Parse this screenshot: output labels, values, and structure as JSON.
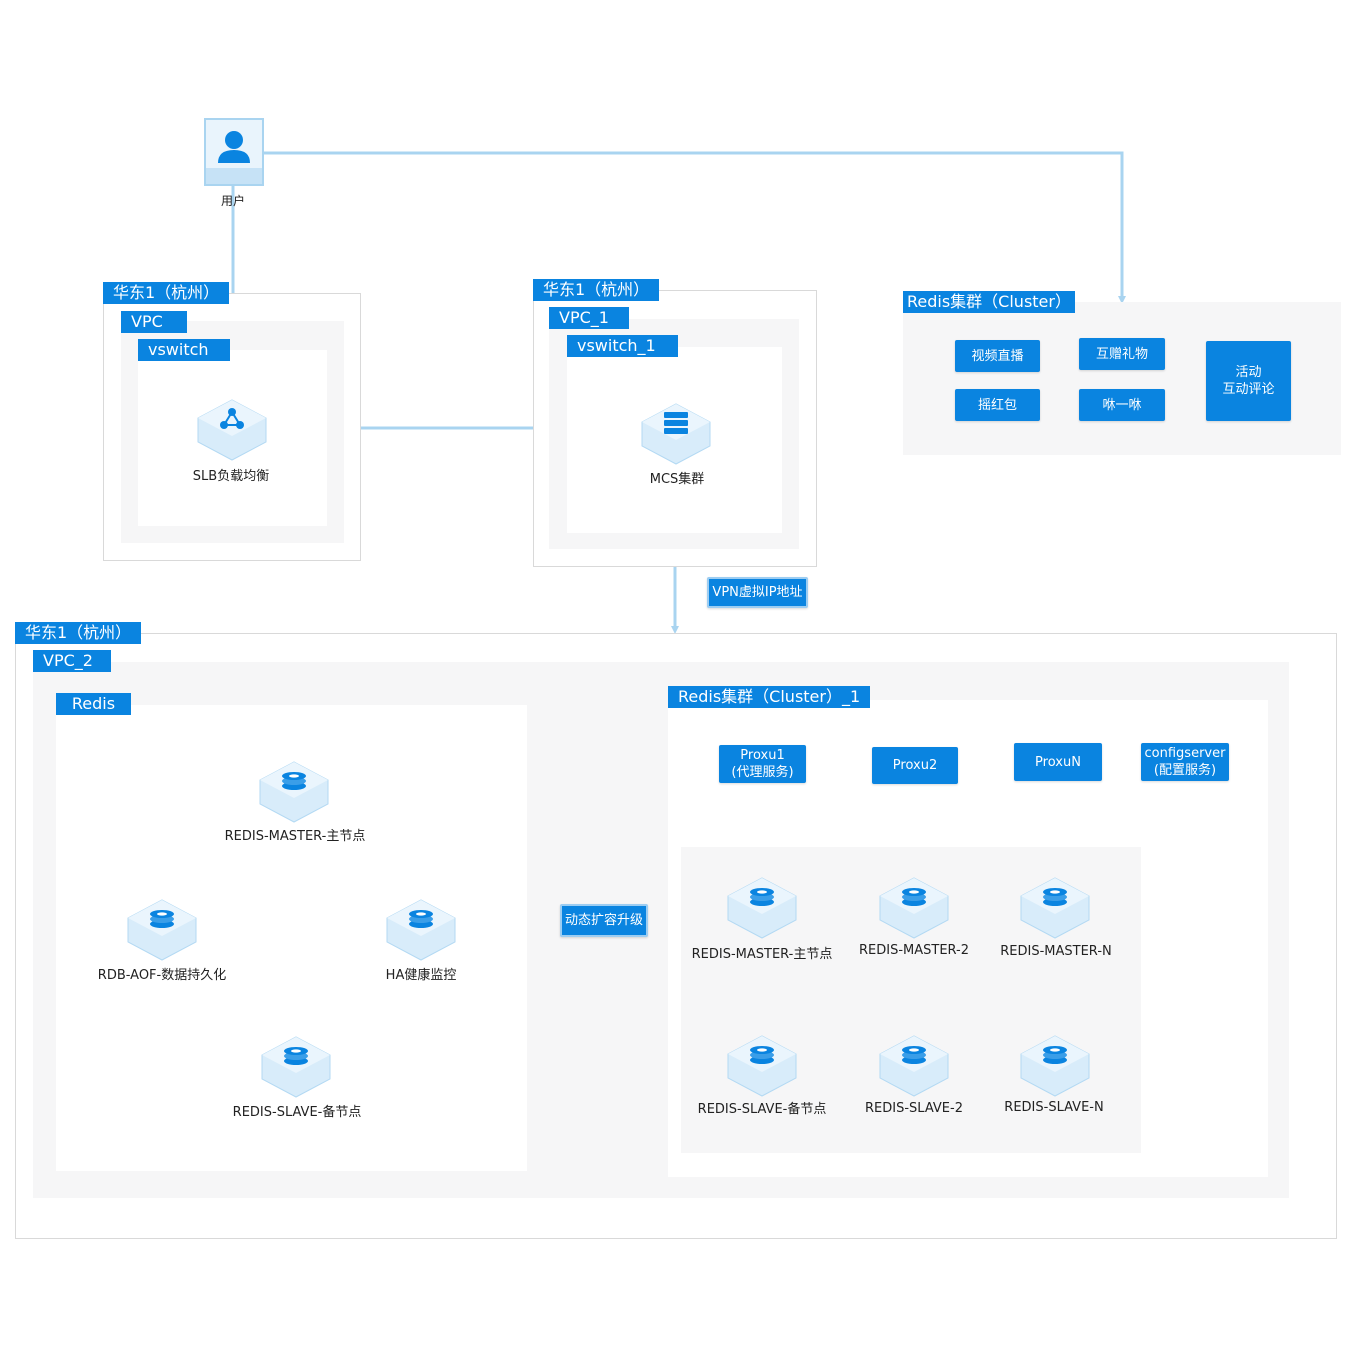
{
  "user": {
    "label": "用户"
  },
  "regions": {
    "slb": {
      "region": "华东1（杭州）",
      "vpc": "VPC",
      "vswitch": "vswitch",
      "node_label": "SLB负载均衡"
    },
    "mcs": {
      "region": "华东1（杭州）",
      "vpc": "VPC_1",
      "vswitch": "vswitch_1",
      "node_label": "MCS集群"
    },
    "redis_cluster_top": {
      "title": "Redis集群（Cluster）",
      "services": [
        "视频直播",
        "互赠礼物",
        "摇红包",
        "咻一咻",
        "活动\n互动评论"
      ]
    },
    "bottom": {
      "region": "华东1（杭州）",
      "vpc": "VPC_2"
    }
  },
  "vpn_label": "VPN虚拟IP地址",
  "scale_label": "动态扩容升级",
  "redis_group": {
    "title": "Redis",
    "master": "REDIS-MASTER-主节点",
    "rdb": "RDB-AOF-数据持久化",
    "ha": "HA健康监控",
    "slave": "REDIS-SLAVE-备节点"
  },
  "cluster_group": {
    "title": "Redis集群（Cluster）_1",
    "proxies": [
      "Proxu1\n(代理服务)",
      "Proxu2",
      "ProxuN"
    ],
    "configserver": "configserver\n(配置服务)",
    "masters": [
      "REDIS-MASTER-主节点",
      "REDIS-MASTER-2",
      "REDIS-MASTER-N"
    ],
    "slaves": [
      "REDIS-SLAVE-备节点",
      "REDIS-SLAVE-2",
      "REDIS-SLAVE-N"
    ]
  },
  "colors": {
    "accent": "#0a84e0",
    "line": "#a9d4f0",
    "panel": "#f6f6f7"
  }
}
